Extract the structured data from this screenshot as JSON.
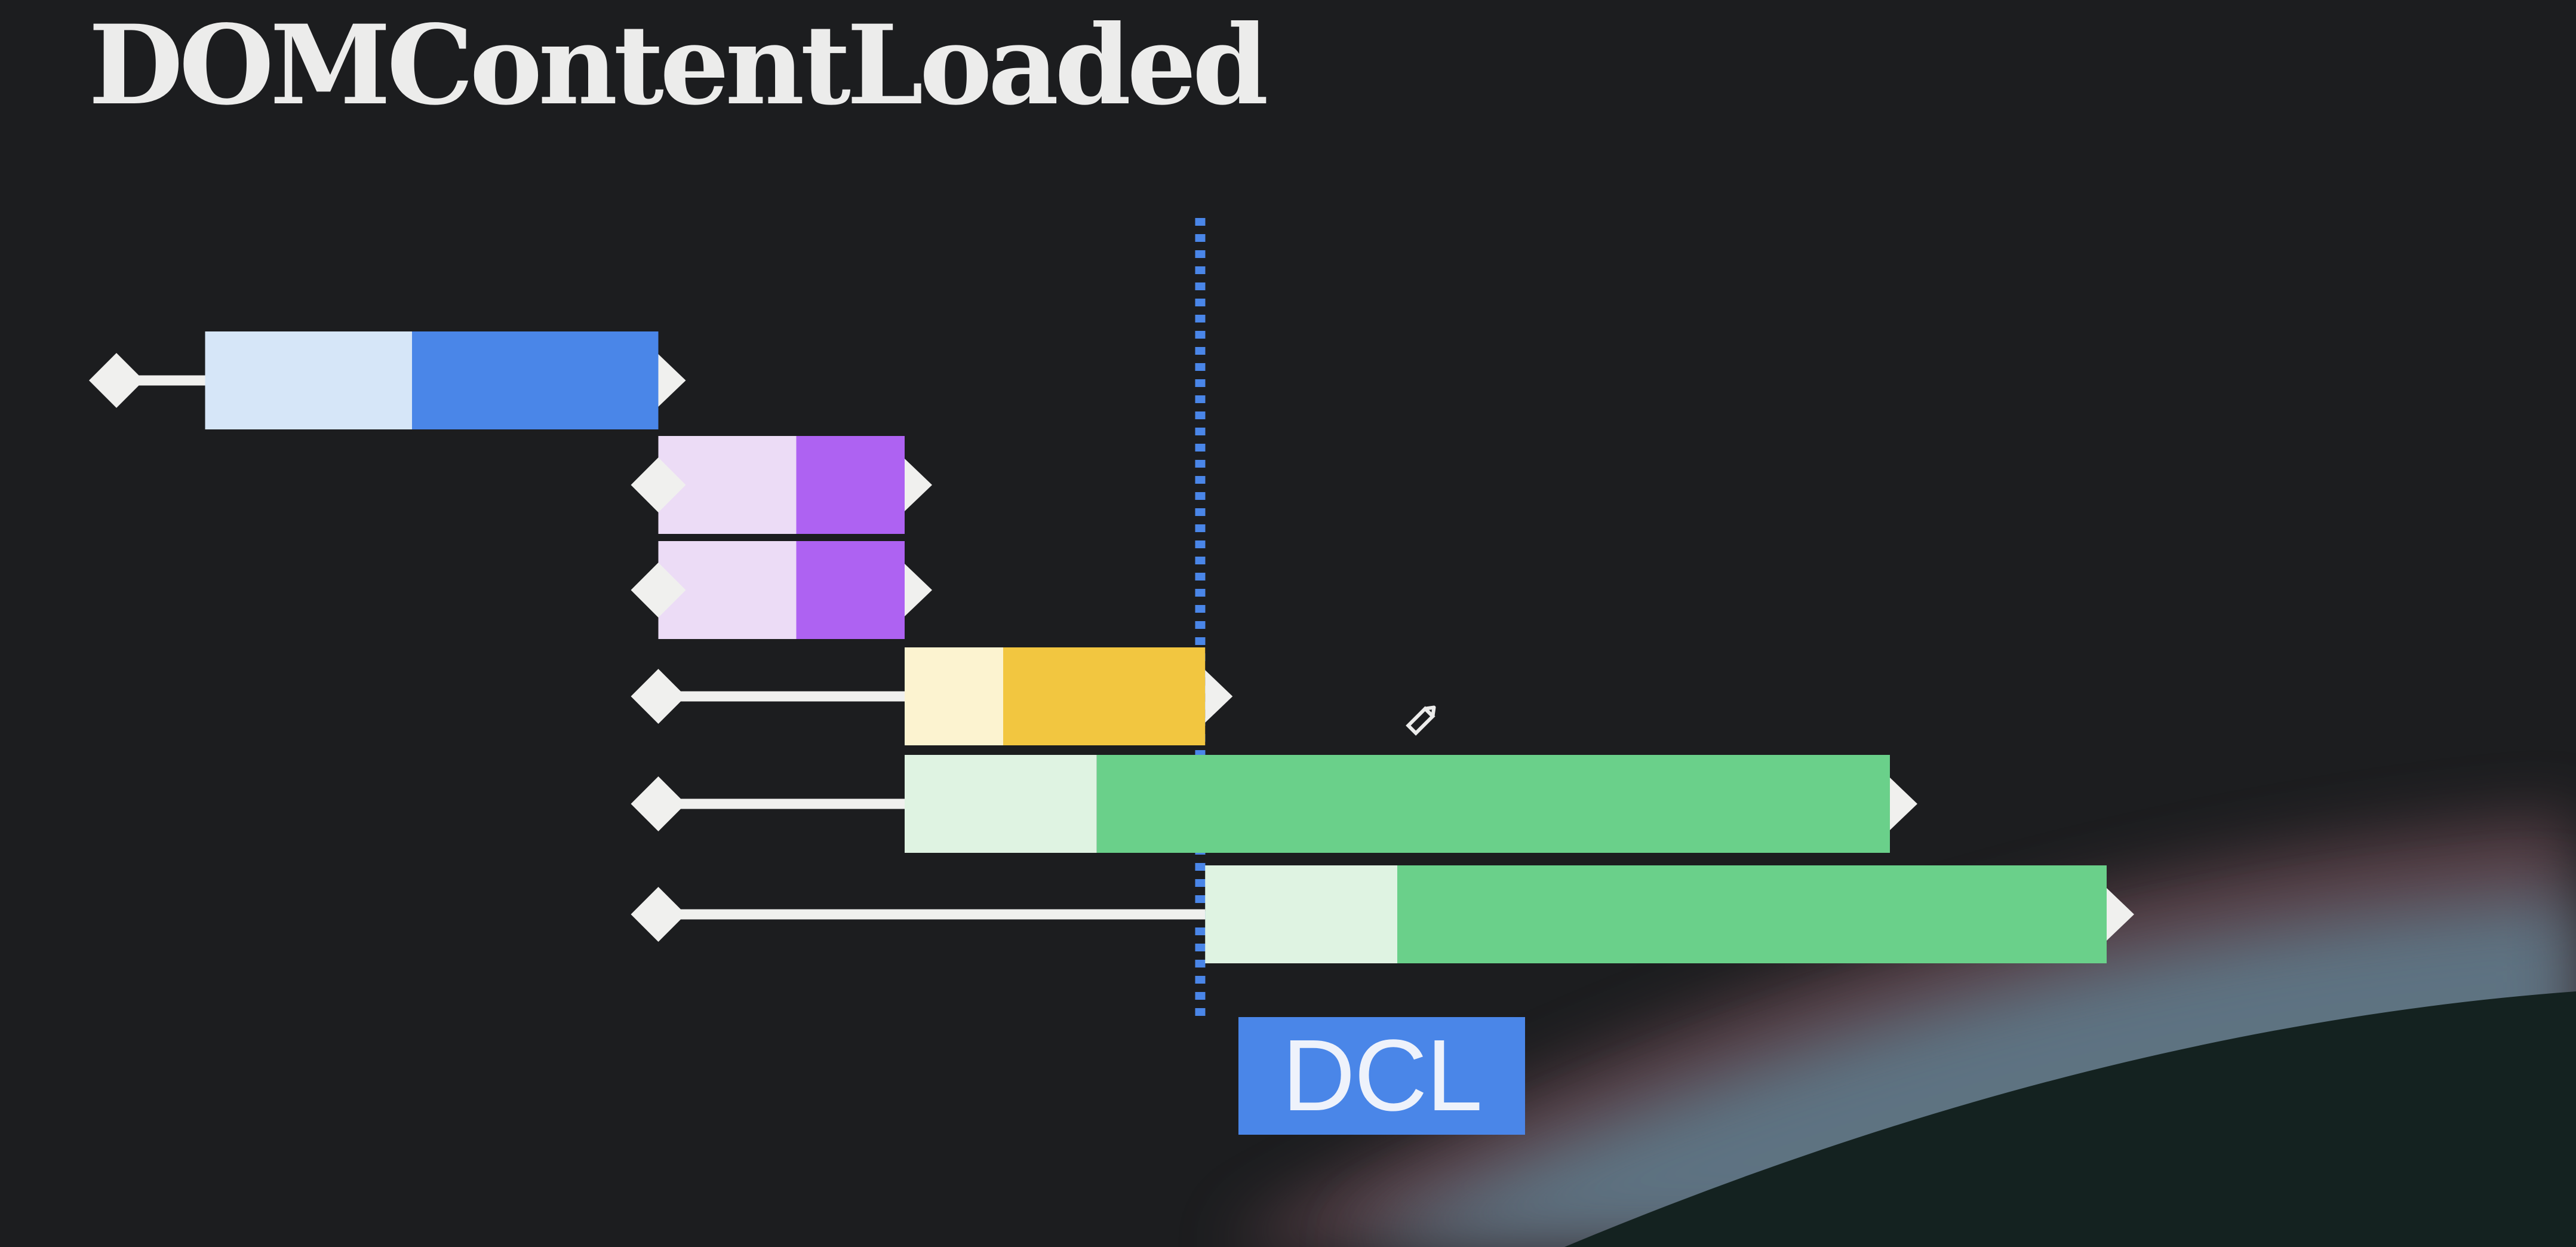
{
  "title": "DOMContentLoaded",
  "marker": {
    "label": "DCL",
    "color": "#4a86e8"
  },
  "colors": {
    "background": "#1c1d1f",
    "connector": "#f0f0ee",
    "html_light": "#d6e6f8",
    "html_dark": "#4a86e8",
    "css_light": "#ecdcf6",
    "css_dark": "#ae62f2",
    "script_light": "#fcf3d0",
    "script_dark": "#f2c640",
    "image_light": "#dff3e2",
    "image_dark": "#6ad08a"
  },
  "requests": [
    {
      "id": "request-html",
      "kind": "html",
      "queued": 0.0,
      "start": 0.18,
      "ttfb": 0.6,
      "end": 1.1
    },
    {
      "id": "request-css-1",
      "kind": "css",
      "queued": 1.1,
      "start": 1.1,
      "ttfb": 1.38,
      "end": 1.6
    },
    {
      "id": "request-css-2",
      "kind": "css",
      "queued": 1.1,
      "start": 1.1,
      "ttfb": 1.38,
      "end": 1.6
    },
    {
      "id": "request-script",
      "kind": "script",
      "queued": 1.1,
      "start": 1.6,
      "ttfb": 1.8,
      "end": 2.21
    },
    {
      "id": "request-image-1",
      "kind": "image",
      "queued": 1.1,
      "start": 1.6,
      "ttfb": 1.99,
      "end": 3.6
    },
    {
      "id": "request-image-2",
      "kind": "image",
      "queued": 1.1,
      "start": 2.21,
      "ttfb": 2.6,
      "end": 4.04
    }
  ],
  "dcl_time": 2.2
}
